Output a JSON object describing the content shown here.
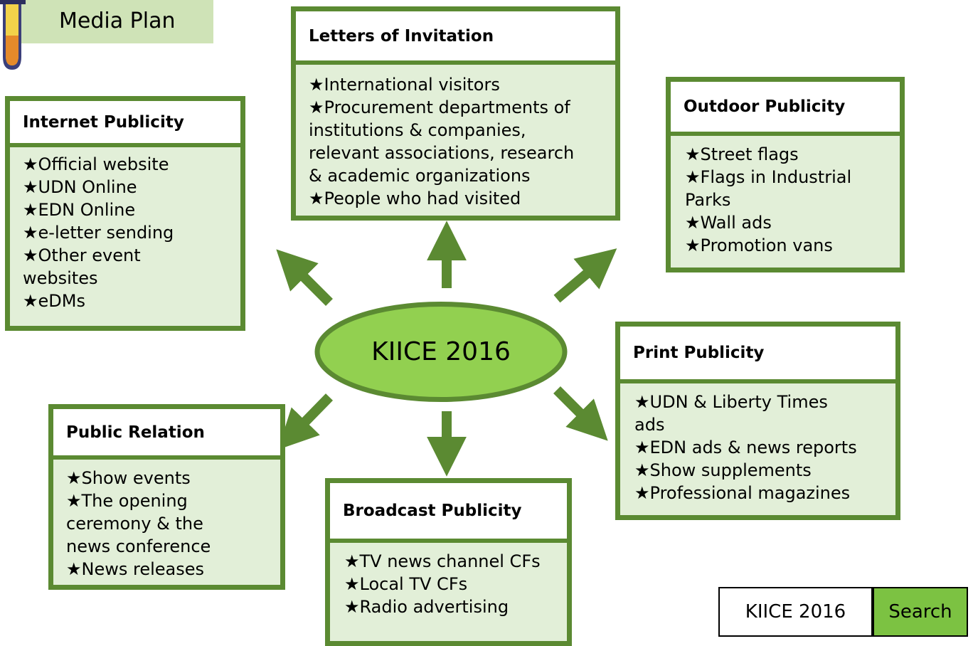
{
  "title": "Media Plan",
  "center": "KIICE 2016",
  "search": {
    "value": "KIICE 2016",
    "button": "Search"
  },
  "cards": {
    "letters": {
      "title": "Letters of Invitation",
      "lines": [
        "★International visitors",
        "★Procurement departments of",
        "institutions & companies,",
        "relevant associations, research",
        "& academic organizations",
        "★People who had visited"
      ]
    },
    "internet": {
      "title": "Internet Publicity",
      "lines": [
        "★Official website",
        "★UDN Online",
        "★EDN Online",
        "★e-letter sending",
        "★Other event",
        "websites",
        "★eDMs"
      ]
    },
    "outdoor": {
      "title": "Outdoor Publicity",
      "lines": [
        "★Street flags",
        "★Flags in Industrial",
        "Parks",
        "★Wall ads",
        "★Promotion vans"
      ]
    },
    "print": {
      "title": "Print Publicity",
      "lines": [
        "★UDN & Liberty Times",
        "ads",
        "★EDN ads & news reports",
        "★Show supplements",
        "★Professional magazines"
      ]
    },
    "public": {
      "title": "Public Relation",
      "lines": [
        "★Show events",
        "★The opening",
        "ceremony & the",
        "news conference",
        "★News releases"
      ]
    },
    "broadcast": {
      "title": "Broadcast Publicity",
      "lines": [
        "★TV news channel CFs",
        "★Local TV CFs",
        "★Radio advertising"
      ]
    }
  },
  "colors": {
    "border": "#5b8a32",
    "body": "#e2efd8",
    "ellipse": "#92d050",
    "title_bg": "#cfe3b7",
    "button": "#7cc242"
  },
  "icons": [
    "beaker-icon"
  ]
}
